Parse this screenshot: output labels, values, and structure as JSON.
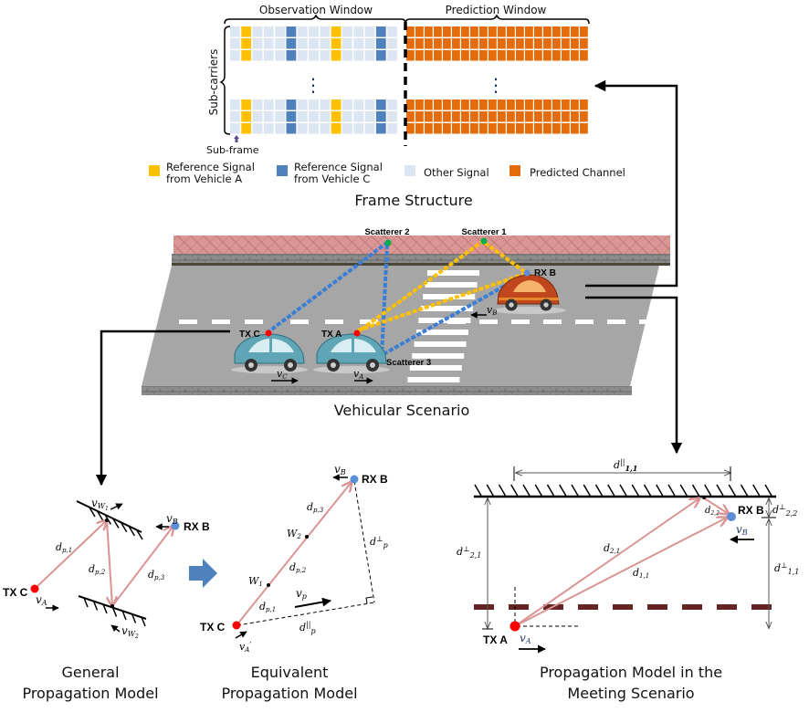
{
  "colors": {
    "ref_a": "#FFC000",
    "ref_c": "#4F81BD",
    "other": "#DCE6F2",
    "predicted": "#E46C0A",
    "path": "#D99594",
    "road": "#A6A6A6",
    "roof": "#D99694",
    "tx": "#FF0000",
    "rx": "#5B8ED6",
    "scatterer": "#00B050",
    "lane_dark": "#632423",
    "big_arrow": "#4F81BD"
  },
  "frame": {
    "observation_label": "Observation Window",
    "prediction_label": "Prediction Window",
    "subcarriers_label": "Sub-carriers",
    "subframe_label": "Sub-frame",
    "ellipsis": "⋮",
    "legend": [
      {
        "key": "ref_a",
        "line1": "Reference Signal",
        "line2": "from Vehicle A"
      },
      {
        "key": "ref_c",
        "line1": "Reference Signal",
        "line2": "from Vehicle C"
      },
      {
        "key": "other",
        "line1": "Other Signal",
        "line2": ""
      },
      {
        "key": "predicted",
        "line1": "Predicted Channel",
        "line2": ""
      }
    ],
    "caption": "Frame Structure"
  },
  "scenario": {
    "scatterer1": "Scatterer 1",
    "scatterer2": "Scatterer 2",
    "scatterer3": "Scatterer 3",
    "tx_c": "TX C",
    "tx_a": "TX A",
    "rx_b": "RX B",
    "v_c": "v",
    "v_c_sub": "C",
    "v_a": "v",
    "v_a_sub": "A",
    "v_b": "v",
    "v_b_sub": "B",
    "caption": "Vehicular Scenario"
  },
  "general": {
    "tx": "TX C",
    "rx": "RX B",
    "vw1": "v",
    "vw1_sub": "W",
    "vw1_subsub": "1",
    "vw2": "v",
    "vw2_sub": "W",
    "vw2_subsub": "2",
    "vb": "v",
    "vb_sub": "B",
    "va": "v",
    "va_sub": "A",
    "dp1": "d",
    "dp1_sub": "p,1",
    "dp2": "d",
    "dp2_sub": "p,2",
    "dp3": "d",
    "dp3_sub": "p,3",
    "caption_line1": "General",
    "caption_line2": "Propagation Model"
  },
  "equivalent": {
    "tx": "TX C",
    "rx": "RX B",
    "vb": "v",
    "vb_sub": "B",
    "w1": "W",
    "w1_sub": "1",
    "w2": "W",
    "w2_sub": "2",
    "dp1": "d",
    "dp1_sub": "p,1",
    "dp2": "d",
    "dp2_sub": "p,2",
    "dp3": "d",
    "dp3_sub": "p,3",
    "vp": "v",
    "vp_sub": "p",
    "va": "v",
    "va_sub": "A",
    "va_prime": "′",
    "dperp": "d",
    "dperp_sup": "⊥",
    "dperp_sub": "p",
    "dpar": "d",
    "dpar_sup": "||",
    "dpar_sub": "p",
    "caption_line1": "Equivalent",
    "caption_line2": "Propagation Model"
  },
  "meeting": {
    "tx": "TX A",
    "rx": "RX B",
    "va": "v",
    "va_sub": "A",
    "vb": "v",
    "vb_sub": "B",
    "dpar11": "d",
    "dpar11_sup": "||",
    "dpar11_sub": "1,1",
    "dperp21": "d",
    "dperp21_sup": "⊥",
    "dperp21_sub": "2,1",
    "dperp22": "d",
    "dperp22_sup": "⊥",
    "dperp22_sub": "2,2",
    "dperp11": "d",
    "dperp11_sup": "⊥",
    "dperp11_sub": "1,1",
    "d21": "d",
    "d21_sub": "2,1",
    "d11": "d",
    "d11_sub": "1,1",
    "d22": "d",
    "d22_sub": "2,2",
    "caption_line1": "Propagation Model in the",
    "caption_line2": "Meeting Scenario"
  }
}
